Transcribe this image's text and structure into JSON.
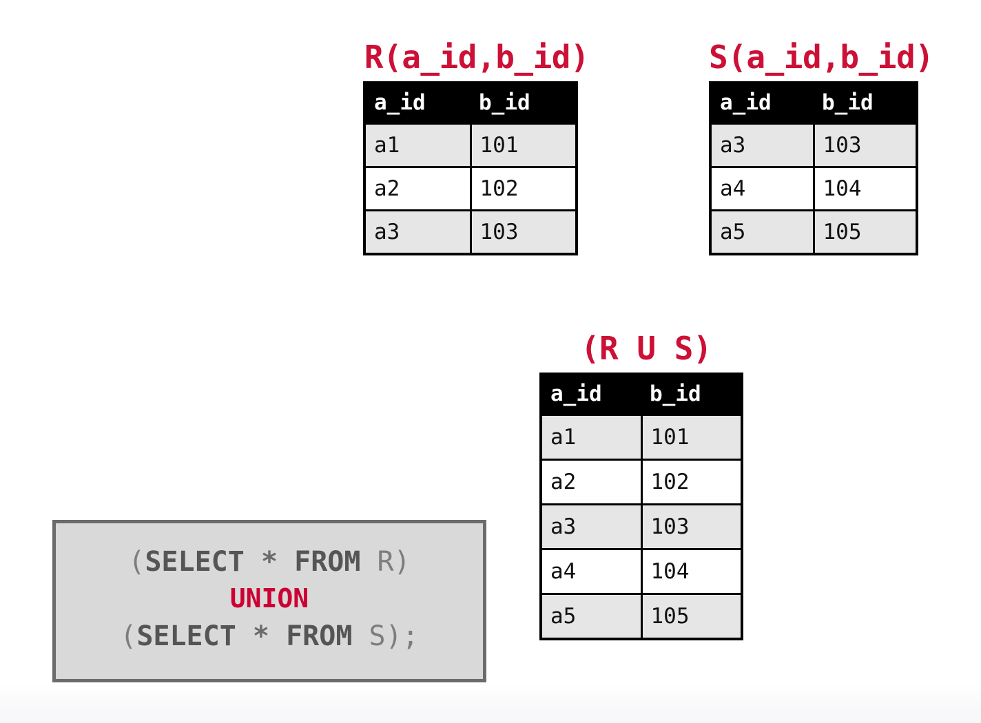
{
  "slide": {
    "topic": "sql-set-operation-union",
    "background_color": "#ffffff",
    "accent_color": "#cc1036"
  },
  "tables": {
    "r": {
      "title": "R(a_id,b_id)",
      "columns": [
        "a_id",
        "b_id"
      ],
      "rows": [
        [
          "a1",
          "101"
        ],
        [
          "a2",
          "102"
        ],
        [
          "a3",
          "103"
        ]
      ]
    },
    "s": {
      "title": "S(a_id,b_id)",
      "columns": [
        "a_id",
        "b_id"
      ],
      "rows": [
        [
          "a3",
          "103"
        ],
        [
          "a4",
          "104"
        ],
        [
          "a5",
          "105"
        ]
      ]
    },
    "result": {
      "title": "(R U S)",
      "columns": [
        "a_id",
        "b_id"
      ],
      "rows": [
        [
          "a1",
          "101"
        ],
        [
          "a2",
          "102"
        ],
        [
          "a3",
          "103"
        ],
        [
          "a4",
          "104"
        ],
        [
          "a5",
          "105"
        ]
      ]
    }
  },
  "sql": {
    "line1": {
      "open_paren": "(",
      "select": "SELECT",
      "space1": " ",
      "star": "*",
      "space2": " ",
      "from": "FROM",
      "space3": " ",
      "relation": "R",
      "close_paren": ")"
    },
    "line2": {
      "keyword": "UNION"
    },
    "line3": {
      "open_paren": "(",
      "select": "SELECT",
      "space1": " ",
      "star": "*",
      "space2": " ",
      "from": "FROM",
      "space3": " ",
      "relation": "S",
      "close_paren": ");"
    },
    "full_text": "(SELECT * FROM R) UNION (SELECT * FROM S);",
    "keyword_color": "#cc0033",
    "box_fill": "#d9d9d9",
    "box_border": "#6b6b6b"
  }
}
